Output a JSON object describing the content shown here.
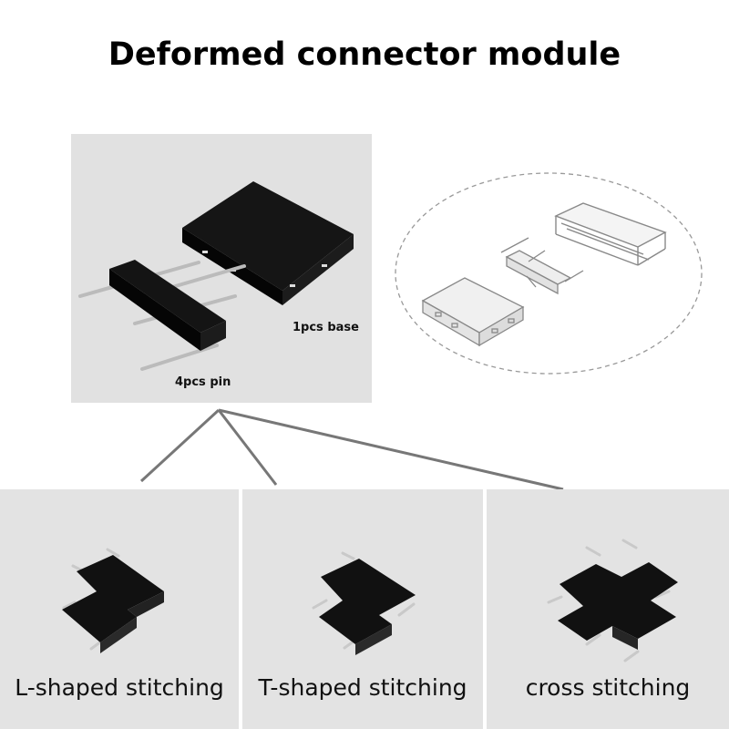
{
  "title": "Deformed connector module",
  "product": {
    "base_label": "1pcs base",
    "pin_label": "4pcs pin"
  },
  "variants": [
    {
      "caption": "L-shaped stitching",
      "icon": "l-shaped-connector"
    },
    {
      "caption": "T-shaped stitching",
      "icon": "t-shaped-connector"
    },
    {
      "caption": "cross stitching",
      "icon": "cross-connector"
    }
  ],
  "colors": {
    "panel_bg": "#e1e1e1",
    "block": "#111111",
    "pin": "#c8c8c8"
  }
}
